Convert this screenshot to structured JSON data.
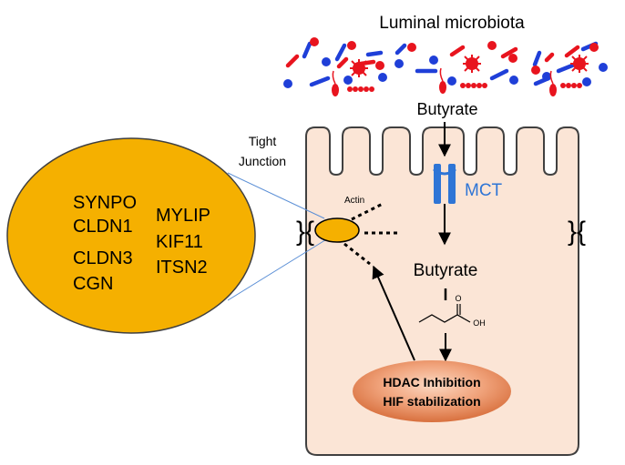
{
  "header": {
    "title": "Luminal microbiota"
  },
  "labels": {
    "butyrate_top": "Butyrate",
    "butyrate_inside": "Butyrate",
    "mct": "MCT",
    "tight_junction_line1": "Tight",
    "tight_junction_line2": "Junction",
    "actin": "Actin"
  },
  "genes": {
    "left": [
      "SYNPO",
      "CLDN1",
      "CLDN3",
      "CGN"
    ],
    "right": [
      "MYLIP",
      "KIF11",
      "ITSN2"
    ]
  },
  "hdac_box": {
    "line1": "HDAC Inhibition",
    "line2": "HIF stabilization"
  },
  "molecule": {
    "oh": "OH",
    "o": "O"
  },
  "colors": {
    "cell_fill": "#fbe5d6",
    "cell_stroke": "#404040",
    "gene_ellipse": "#f5b000",
    "mct_blue": "#2e75d6",
    "bacteria_red": "#e8141e",
    "bacteria_blue": "#1f3fd8",
    "hdac_orange": "#e8875a"
  }
}
